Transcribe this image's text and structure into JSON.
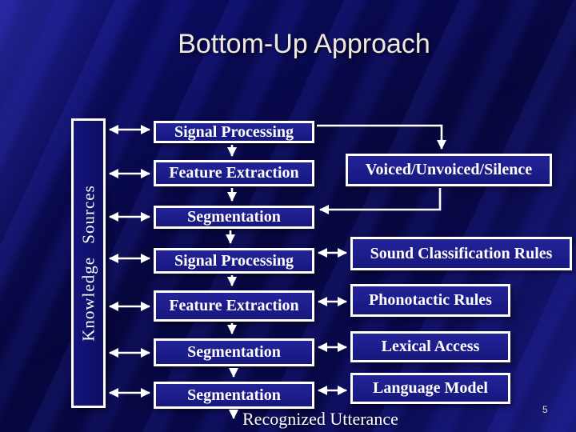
{
  "slide": {
    "title": "Bottom-Up Approach",
    "page_number": "5",
    "colors": {
      "background": "#090950",
      "box_fill": "#1C1C92",
      "box_border": "#FFFFFF",
      "box_text": "#FFFFFF",
      "title_text": "#EFE9DD"
    }
  },
  "diagram": {
    "knowledge_sources_label": "Knowledge Sources",
    "flow_boxes": [
      {
        "label": "Signal Processing"
      },
      {
        "label": "Feature Extraction"
      },
      {
        "label": "Segmentation"
      },
      {
        "label": "Signal Processing"
      },
      {
        "label": "Feature Extraction"
      },
      {
        "label": "Segmentation"
      },
      {
        "label": "Segmentation"
      }
    ],
    "knowledge_boxes": [
      {
        "label": "Voiced/Unvoiced/Silence"
      },
      {
        "label": "Sound Classification Rules"
      },
      {
        "label": "Phonotactic Rules"
      },
      {
        "label": "Lexical Access"
      },
      {
        "label": "Language Model"
      }
    ],
    "output_label": "Recognized Utterance"
  }
}
